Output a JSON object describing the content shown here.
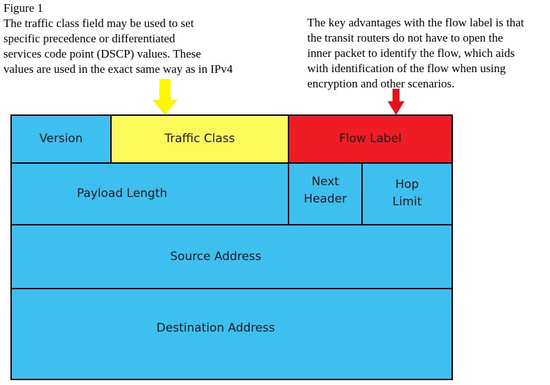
{
  "annotations": {
    "left": "Figure 1\nThe traffic class field may be used to set\nspecific precedence or differentiated\nservices code point (DSCP) values. These\nvalues are used in the exact same way as in IPv4",
    "right": "The key advantages with the flow label is that\nthe transit routers do not have to open the\ninner packet to identify the flow, which aids\nwith identification of the flow when using\nencryption and other scenarios."
  },
  "header_fields": {
    "version": "Version",
    "traffic_class": "Traffic Class",
    "flow_label": "Flow Label",
    "payload_length": "Payload Length",
    "next_header": "Next\nHeader",
    "hop_limit": "Hop\nLimit",
    "source_address": "Source Address",
    "destination_address": "Destination Address"
  },
  "colors": {
    "field_default": "#3dbff0",
    "traffic_class_highlight": "#fcf95a",
    "flow_label_highlight": "#ef1c26",
    "arrow_yellow": "#fcf600",
    "arrow_red": "#e8121e",
    "border": "#000000"
  }
}
